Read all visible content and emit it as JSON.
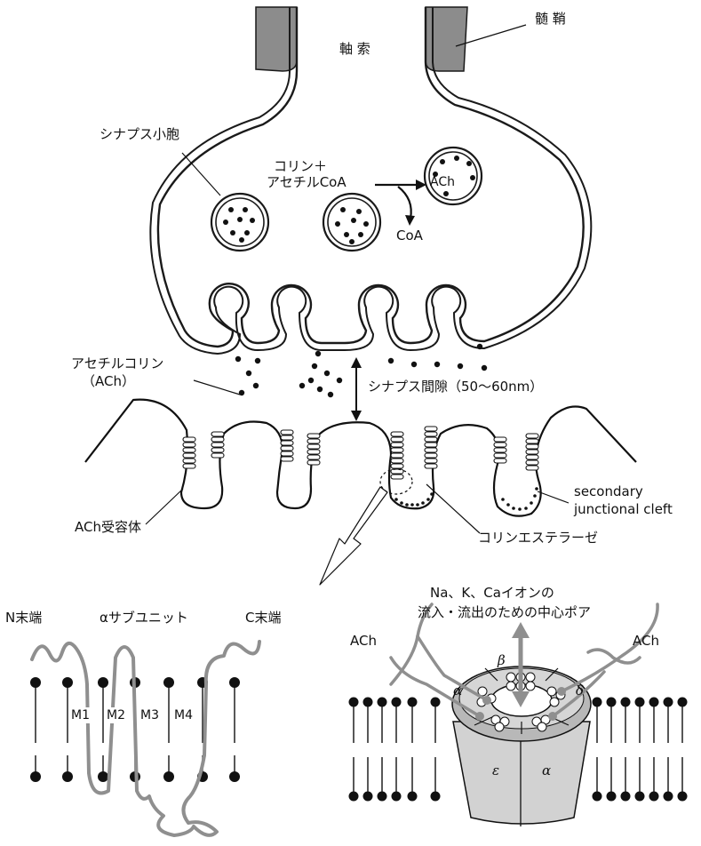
{
  "labels": {
    "axon": "軸 索",
    "myelin": "髄 鞘",
    "vesicle": "シナプス小胞",
    "choline_plus": "コリン＋",
    "acetyl_coa": "アセチルCoA",
    "ach_in_vesicle": "ACh",
    "coa": "CoA",
    "acetylcholine": "アセチルコリン",
    "ach_paren": "（ACh）",
    "cleft": "シナプス間隙（50〜60nm）",
    "secondary1": "secondary",
    "secondary2": "junctional cleft",
    "ach_receptor": "ACh受容体",
    "esterase": "コリンエステラーゼ",
    "pore1": "Na、K、Caイオンの",
    "pore2": "流入・流出のための中心ポア",
    "n_term": "N末端",
    "alpha_subunit": "αサブユニット",
    "c_term": "C末端",
    "m1": "M1",
    "m2": "M2",
    "m3": "M3",
    "m4": "M4",
    "ach_left": "ACh",
    "ach_right": "ACh",
    "sub_alpha_top": "α",
    "sub_beta": "β",
    "sub_delta": "δ",
    "sub_epsilon": "ε",
    "sub_alpha_side": "α"
  },
  "colors": {
    "line": "#1a1a1a",
    "myelin_fill": "#8c8c8c",
    "helix_gray": "#8f8f8f",
    "channel_fill": "#d2d2d2",
    "channel_dark": "#a8a8a8"
  }
}
